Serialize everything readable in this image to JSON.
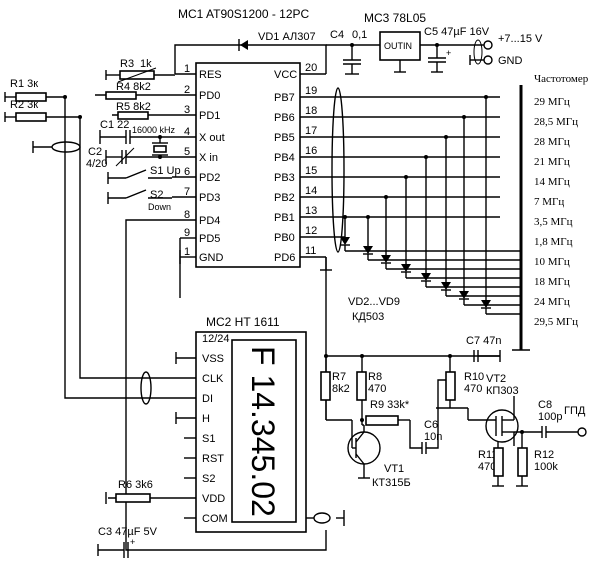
{
  "mc1": {
    "title": "MC1 AT90S1200 - 12PC",
    "left_pins": [
      {
        "num": "1",
        "name": "RES"
      },
      {
        "num": "2",
        "name": "PD0"
      },
      {
        "num": "3",
        "name": "PD1"
      },
      {
        "num": "4",
        "name": "X out"
      },
      {
        "num": "5",
        "name": "X in"
      },
      {
        "num": "6",
        "name": "PD2"
      },
      {
        "num": "7",
        "name": "PD3"
      },
      {
        "num": "8",
        "name": "PD4"
      },
      {
        "num": "9",
        "name": "PD5"
      },
      {
        "num": "1",
        "name": "GND"
      }
    ],
    "right_pins": [
      {
        "num": "20",
        "name": "VCC"
      },
      {
        "num": "19",
        "name": "PB7"
      },
      {
        "num": "18",
        "name": "PB6"
      },
      {
        "num": "17",
        "name": "PB5"
      },
      {
        "num": "16",
        "name": "PB4"
      },
      {
        "num": "15",
        "name": "PB3"
      },
      {
        "num": "14",
        "name": "PB2"
      },
      {
        "num": "13",
        "name": "PB1"
      },
      {
        "num": "12",
        "name": "PB0"
      },
      {
        "num": "11",
        "name": "PD6"
      }
    ]
  },
  "mc2": {
    "title": "MC2 HT 1611",
    "pins": [
      "12/24",
      "VSS",
      "CLK",
      "DI",
      "H",
      "S1",
      "RST",
      "S2",
      "VDD",
      "COM"
    ],
    "display": "F 14.345.02"
  },
  "mc3": {
    "title": "MC3 78L05",
    "out": "OUT",
    "in": "IN"
  },
  "components": {
    "vd1": "VD1 АЛ307",
    "c4": "C4",
    "c4_val": "0,1",
    "c5": "C5 47µF 16V",
    "supply": "+7...15 V",
    "gnd": "GND",
    "r1": "R1 3к",
    "r2": "R2 3к",
    "r3": "R3",
    "r3_val": "1k",
    "r4": "R4 8k2",
    "r5": "R5 8k2",
    "c1": "C1 22",
    "crystal": "16000 kHz",
    "c2": "C2",
    "c2_val": "4/20",
    "s1": "S1 Up",
    "s2": "S2",
    "s2_label": "Down",
    "diodes": "VD2...VD9",
    "diodes_type": "КД503",
    "r6": "R6 3k6",
    "c3": "C3 47µF 5V",
    "r7": "R7",
    "r7_val": "8k2",
    "r8": "R8",
    "r8_val": "470",
    "r9": "R9 33k*",
    "c6": "C6",
    "c6_val": "10n",
    "vt1": "VT1",
    "vt1_type": "КТ315Б",
    "c7": "C7 47n",
    "r10": "R10",
    "r10_val": "470",
    "vt2": "VT2",
    "vt2_type": "КП303",
    "c8": "C8",
    "c8_val": "100p",
    "gpd": "ГПД",
    "r11": "R11",
    "r11_val": "470",
    "r12": "R12",
    "r12_val": "100k"
  },
  "freq": {
    "header": "Частотомер",
    "labels": [
      "29 МГц",
      "28,5 МГц",
      "28 МГц",
      "21 МГц",
      "14 МГц",
      "7 МГц",
      "3,5 МГц",
      "1,8 МГц",
      "10 МГц",
      "18 МГц",
      "24 МГц",
      "29,5 МГц"
    ]
  }
}
